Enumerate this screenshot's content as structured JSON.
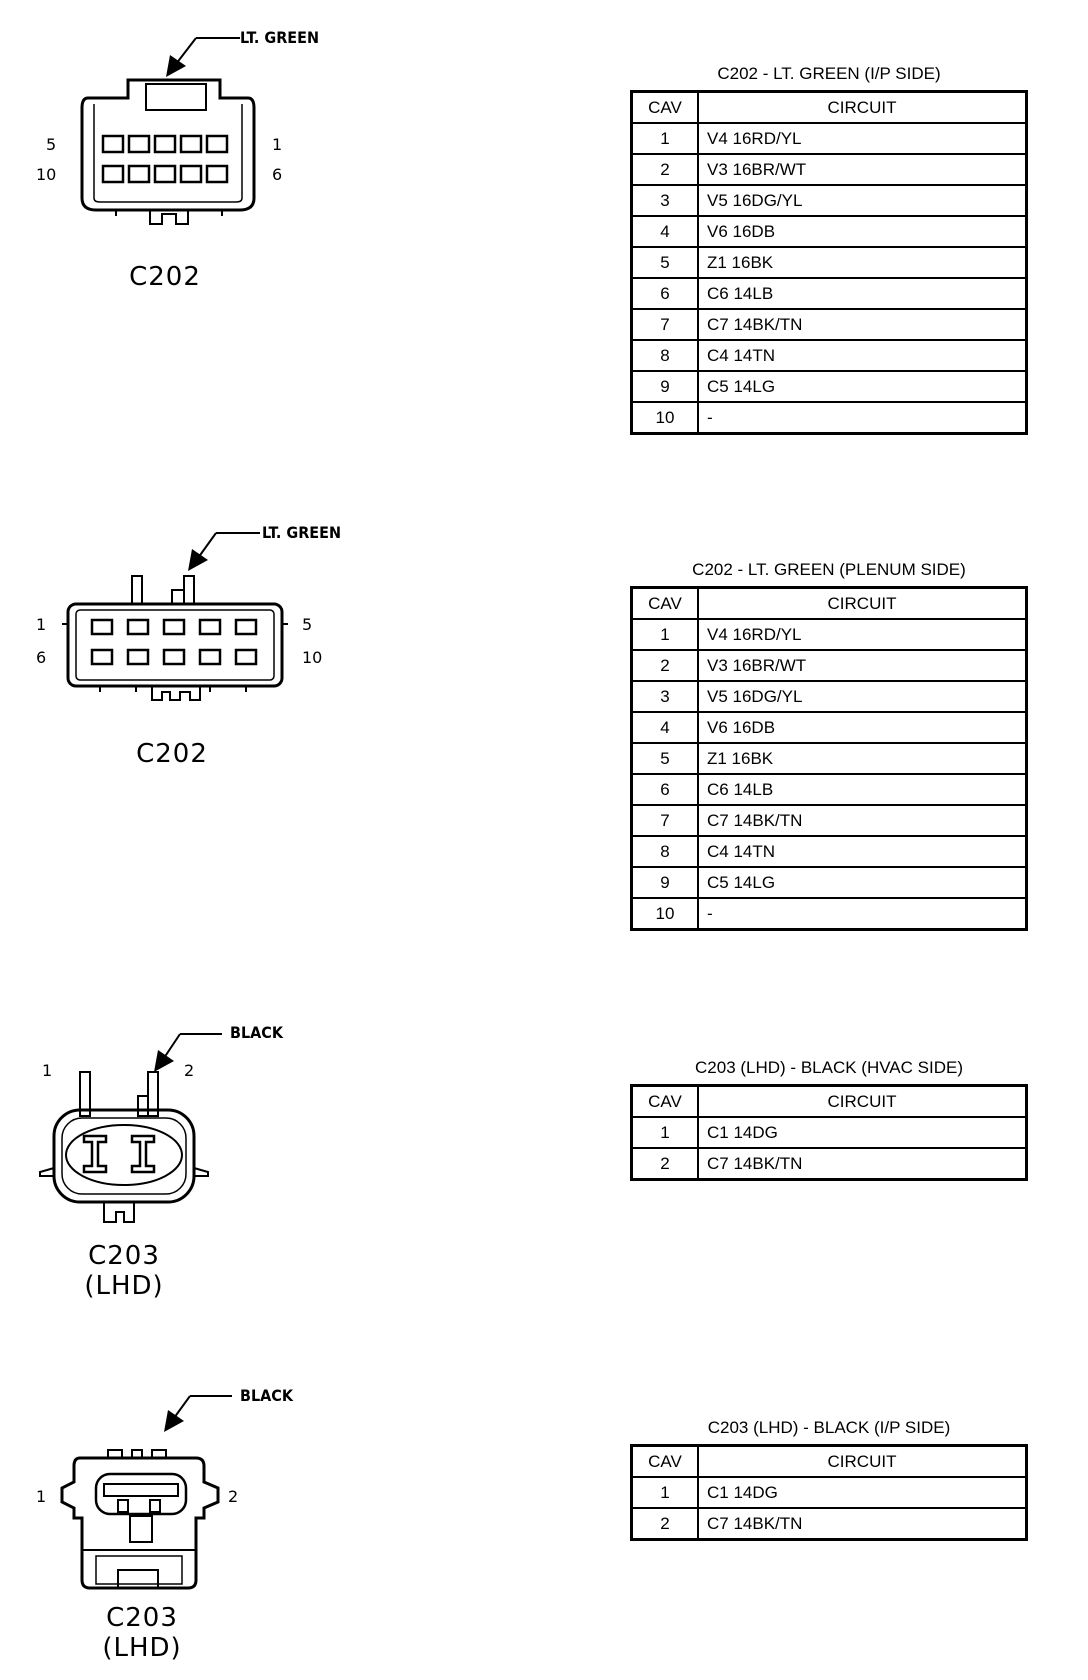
{
  "header": {
    "cav": "CAV",
    "circuit": "CIRCUIT"
  },
  "sections": [
    {
      "color_label": "LT. GREEN",
      "pin_labels": [
        "5",
        "1",
        "10",
        "6"
      ],
      "connector_name": "C202",
      "table_title": "C202 - LT. GREEN (I/P SIDE)",
      "rows": [
        {
          "cav": "1",
          "circuit": "V4 16RD/YL"
        },
        {
          "cav": "2",
          "circuit": "V3 16BR/WT"
        },
        {
          "cav": "3",
          "circuit": "V5 16DG/YL"
        },
        {
          "cav": "4",
          "circuit": "V6 16DB"
        },
        {
          "cav": "5",
          "circuit": "Z1 16BK"
        },
        {
          "cav": "6",
          "circuit": "C6 14LB"
        },
        {
          "cav": "7",
          "circuit": "C7 14BK/TN"
        },
        {
          "cav": "8",
          "circuit": "C4 14TN"
        },
        {
          "cav": "9",
          "circuit": "C5 14LG"
        },
        {
          "cav": "10",
          "circuit": "-"
        }
      ]
    },
    {
      "color_label": "LT. GREEN",
      "pin_labels": [
        "1",
        "5",
        "6",
        "10"
      ],
      "connector_name": "C202",
      "table_title": "C202 - LT. GREEN (PLENUM SIDE)",
      "rows": [
        {
          "cav": "1",
          "circuit": "V4 16RD/YL"
        },
        {
          "cav": "2",
          "circuit": "V3 16BR/WT"
        },
        {
          "cav": "3",
          "circuit": "V5 16DG/YL"
        },
        {
          "cav": "4",
          "circuit": "V6 16DB"
        },
        {
          "cav": "5",
          "circuit": "Z1 16BK"
        },
        {
          "cav": "6",
          "circuit": "C6 14LB"
        },
        {
          "cav": "7",
          "circuit": "C7 14BK/TN"
        },
        {
          "cav": "8",
          "circuit": "C4 14TN"
        },
        {
          "cav": "9",
          "circuit": "C5 14LG"
        },
        {
          "cav": "10",
          "circuit": "-"
        }
      ]
    },
    {
      "color_label": "BLACK",
      "pin_labels": [
        "1",
        "2"
      ],
      "connector_name": "C203",
      "connector_sub": "(LHD)",
      "table_title": "C203 (LHD) - BLACK (HVAC SIDE)",
      "rows": [
        {
          "cav": "1",
          "circuit": "C1 14DG"
        },
        {
          "cav": "2",
          "circuit": "C7 14BK/TN"
        }
      ]
    },
    {
      "color_label": "BLACK",
      "pin_labels": [
        "1",
        "2"
      ],
      "connector_name": "C203",
      "connector_sub": "(LHD)",
      "table_title": "C203 (LHD) - BLACK (I/P SIDE)",
      "rows": [
        {
          "cav": "1",
          "circuit": "C1 14DG"
        },
        {
          "cav": "2",
          "circuit": "C7 14BK/TN"
        }
      ]
    }
  ]
}
